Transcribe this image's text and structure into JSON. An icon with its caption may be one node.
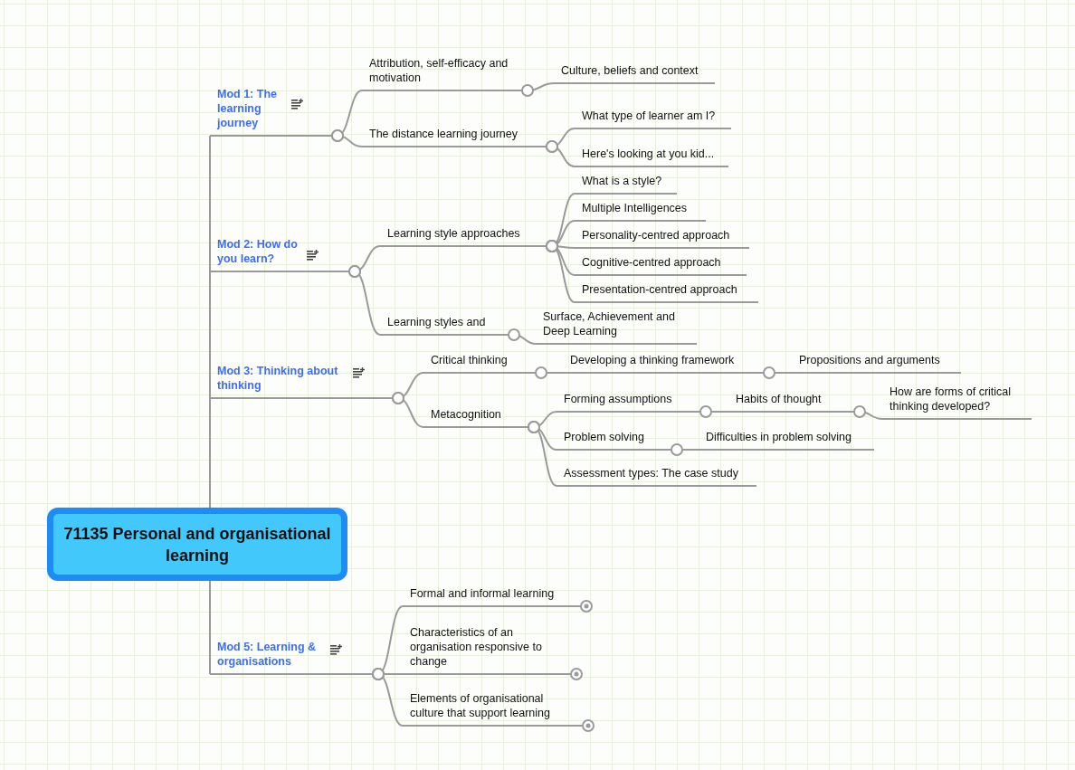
{
  "diagram": {
    "nodes": [
      {
        "text": [
          "71135 Personal and organisational learning"
        ]
      },
      {
        "text": [
          "Mod 1: The learning journey"
        ]
      },
      {
        "text": [
          "Attribution, self-efficacy and motivation"
        ]
      },
      {
        "text": [
          "Culture, beliefs and context"
        ]
      },
      {
        "text": [
          "The distance learning journey"
        ]
      },
      {
        "text": [
          "What type of learner am I?"
        ]
      },
      {
        "text": [
          "Here's looking at you kid..."
        ]
      },
      {
        "text": [
          "Mod 2: How do you learn?"
        ]
      },
      {
        "text": [
          "Learning style approaches"
        ]
      },
      {
        "text": [
          "What is a style?"
        ]
      },
      {
        "text": [
          "Multiple Intelligences"
        ]
      },
      {
        "text": [
          "Personality-centred approach"
        ]
      },
      {
        "text": [
          "Cognitive-centred approach"
        ]
      },
      {
        "text": [
          "Presentation-centred approach"
        ]
      },
      {
        "text": [
          "Learning styles and"
        ]
      },
      {
        "text": [
          "Surface, Achievement and Deep Learning"
        ]
      },
      {
        "text": [
          "Mod 3: Thinking about thinking"
        ]
      },
      {
        "text": [
          "Critical thinking"
        ]
      },
      {
        "text": [
          "Developing a thinking framework"
        ]
      },
      {
        "text": [
          "Propositions and arguments"
        ]
      },
      {
        "text": [
          "Metacognition"
        ]
      },
      {
        "text": [
          "Forming assumptions"
        ]
      },
      {
        "text": [
          "Habits of thought"
        ]
      },
      {
        "text": [
          "How are forms of critical thinking developed?"
        ]
      },
      {
        "text": [
          "Problem solving"
        ]
      },
      {
        "text": [
          "Difficulties in problem solving"
        ]
      },
      {
        "text": [
          "Assessment types: The case study"
        ]
      },
      {
        "text": [
          "Mod 5: Learning & organisations"
        ]
      },
      {
        "text": [
          "Formal and informal learning"
        ]
      },
      {
        "text": [
          "Characteristics of an organisation responsive to change"
        ]
      },
      {
        "text": [
          "Elements of organisational culture that support learning"
        ]
      }
    ],
    "edges": [
      {
        "from": 0,
        "to": 1,
        "arrow": "none"
      },
      {
        "from": 1,
        "to": 2,
        "arrow": "other"
      },
      {
        "from": 2,
        "to": 3,
        "arrow": "other"
      },
      {
        "from": 1,
        "to": 4,
        "arrow": "other"
      },
      {
        "from": 4,
        "to": 5,
        "arrow": "other"
      },
      {
        "from": 4,
        "to": 6,
        "arrow": "other"
      },
      {
        "from": 0,
        "to": 7,
        "arrow": "none"
      },
      {
        "from": 7,
        "to": 8,
        "arrow": "other"
      },
      {
        "from": 8,
        "to": 9,
        "arrow": "other"
      },
      {
        "from": 8,
        "to": 10,
        "arrow": "other"
      },
      {
        "from": 8,
        "to": 11,
        "arrow": "other"
      },
      {
        "from": 8,
        "to": 12,
        "arrow": "other"
      },
      {
        "from": 8,
        "to": 13,
        "arrow": "other"
      },
      {
        "from": 7,
        "to": 14,
        "arrow": "other"
      },
      {
        "from": 14,
        "to": 15,
        "arrow": "other"
      },
      {
        "from": 0,
        "to": 16,
        "arrow": "none"
      },
      {
        "from": 16,
        "to": 17,
        "arrow": "other"
      },
      {
        "from": 17,
        "to": 18,
        "arrow": "other"
      },
      {
        "from": 18,
        "to": 19,
        "arrow": "other"
      },
      {
        "from": 16,
        "to": 20,
        "arrow": "other"
      },
      {
        "from": 20,
        "to": 21,
        "arrow": "other"
      },
      {
        "from": 21,
        "to": 22,
        "arrow": "other"
      },
      {
        "from": 22,
        "to": 23,
        "arrow": "other"
      },
      {
        "from": 20,
        "to": 24,
        "arrow": "other"
      },
      {
        "from": 24,
        "to": 25,
        "arrow": "other"
      },
      {
        "from": 20,
        "to": 26,
        "arrow": "other"
      },
      {
        "from": 0,
        "to": 27,
        "arrow": "none"
      },
      {
        "from": 27,
        "to": 28,
        "arrow": "other"
      },
      {
        "from": 27,
        "to": 29,
        "arrow": "other"
      },
      {
        "from": 27,
        "to": 30,
        "arrow": "other"
      }
    ]
  }
}
